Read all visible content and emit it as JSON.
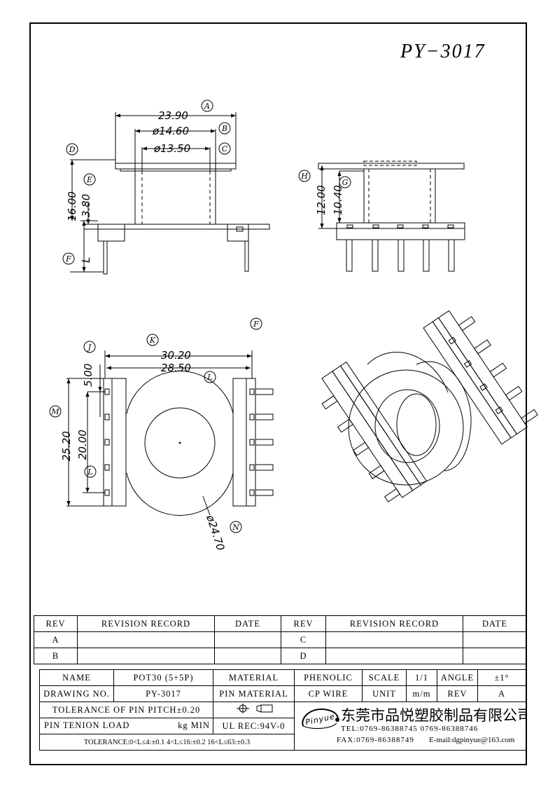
{
  "drawing": {
    "part_number": "PY−3017",
    "dims": {
      "A": "A",
      "B": "B",
      "C": "C",
      "D": "D",
      "E": "E",
      "F": "F",
      "G": "G",
      "H": "H",
      "J": "J",
      "K": "K",
      "L": "L",
      "M": "M",
      "N": "N",
      "d_23_90": "23.90",
      "d_14_60": "ø14.60",
      "d_13_50": "ø13.50",
      "d_16_00": "16.00",
      "d_3_80": "3.80",
      "d_L": "L",
      "d_12_00": "12.00",
      "d_10_40": "10.40",
      "d_30_20": "30.20",
      "d_28_50": "28.50",
      "d_5_00": "5.00",
      "d_25_20": "25.20",
      "d_20_00": "20.00",
      "d_24_70": "ø24.70"
    }
  },
  "revision_table": {
    "headers": [
      "REV",
      "REVISION RECORD",
      "DATE",
      "REV",
      "REVISION RECORD",
      "DATE"
    ],
    "rows": [
      [
        "A",
        "",
        "",
        "C",
        "",
        ""
      ],
      [
        "B",
        "",
        "",
        "D",
        "",
        ""
      ]
    ]
  },
  "title_block": {
    "name_label": "NAME",
    "name_value": "POT30 (5+5P)",
    "material_label": "MATERIAL",
    "material_value": "PHENOLIC",
    "scale_label": "SCALE",
    "scale_value": "1/1",
    "angle_label": "ANGLE",
    "angle_value": "±1°",
    "drawing_no_label": "DRAWING NO.",
    "drawing_no_value": "PY-3017",
    "pin_material_label": "PIN MATERIAL",
    "pin_material_value": "CP WIRE",
    "unit_label": "UNIT",
    "unit_value": "m/m",
    "rev_label": "REV",
    "rev_value": "A",
    "tolerance_pitch": "TOLERANCE OF PIN PITCH±0.20",
    "pin_tension_label": "PIN TENION LOAD",
    "pin_tension_unit": "kg MIN",
    "ul_rec": "UL REC:94V-0",
    "tolerance_line": "TOLERANCE:0<L≤4:±0.1  4<L≤16:±0.2  16<L≤63:±0.3"
  },
  "company": {
    "logo_text": "Pinyue",
    "name": "东莞市品悦塑胶制品有限公司",
    "tel": "TEL:0769-86388745   0769-86388746",
    "fax": "FAX:0769-86388749",
    "email": "E-mail:dgpinyue@163.com"
  }
}
